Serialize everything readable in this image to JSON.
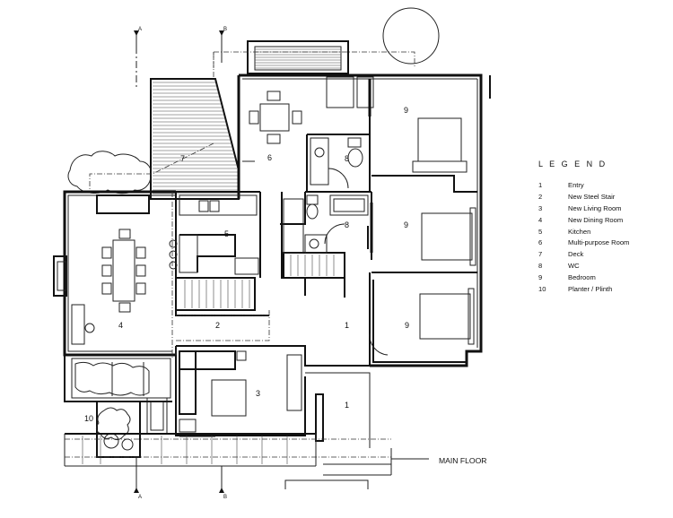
{
  "legend": {
    "title": "L E G E N D",
    "items": [
      {
        "num": "1",
        "label": "Entry"
      },
      {
        "num": "2",
        "label": "New Steel Stair"
      },
      {
        "num": "3",
        "label": "New Living Room"
      },
      {
        "num": "4",
        "label": "New Dining Room"
      },
      {
        "num": "5",
        "label": "Kitchen"
      },
      {
        "num": "6",
        "label": "Multi-purpose Room"
      },
      {
        "num": "7",
        "label": "Deck"
      },
      {
        "num": "8",
        "label": "WC"
      },
      {
        "num": "9",
        "label": "Bedroom"
      },
      {
        "num": "10",
        "label": "Planter / Plinth"
      }
    ]
  },
  "floor_label": "MAIN FLOOR",
  "section_markers": {
    "a": "A",
    "b": "B"
  },
  "room_tags": {
    "entry_hall": "1",
    "entry_porch": "1",
    "stair": "2",
    "living": "3",
    "dining": "4",
    "kitchen": "5",
    "multipurpose": "6",
    "deck": "7",
    "wc_upper": "8",
    "wc_lower": "8",
    "bedroom_1": "9",
    "bedroom_2": "9",
    "bedroom_3": "9",
    "planter": "10"
  }
}
